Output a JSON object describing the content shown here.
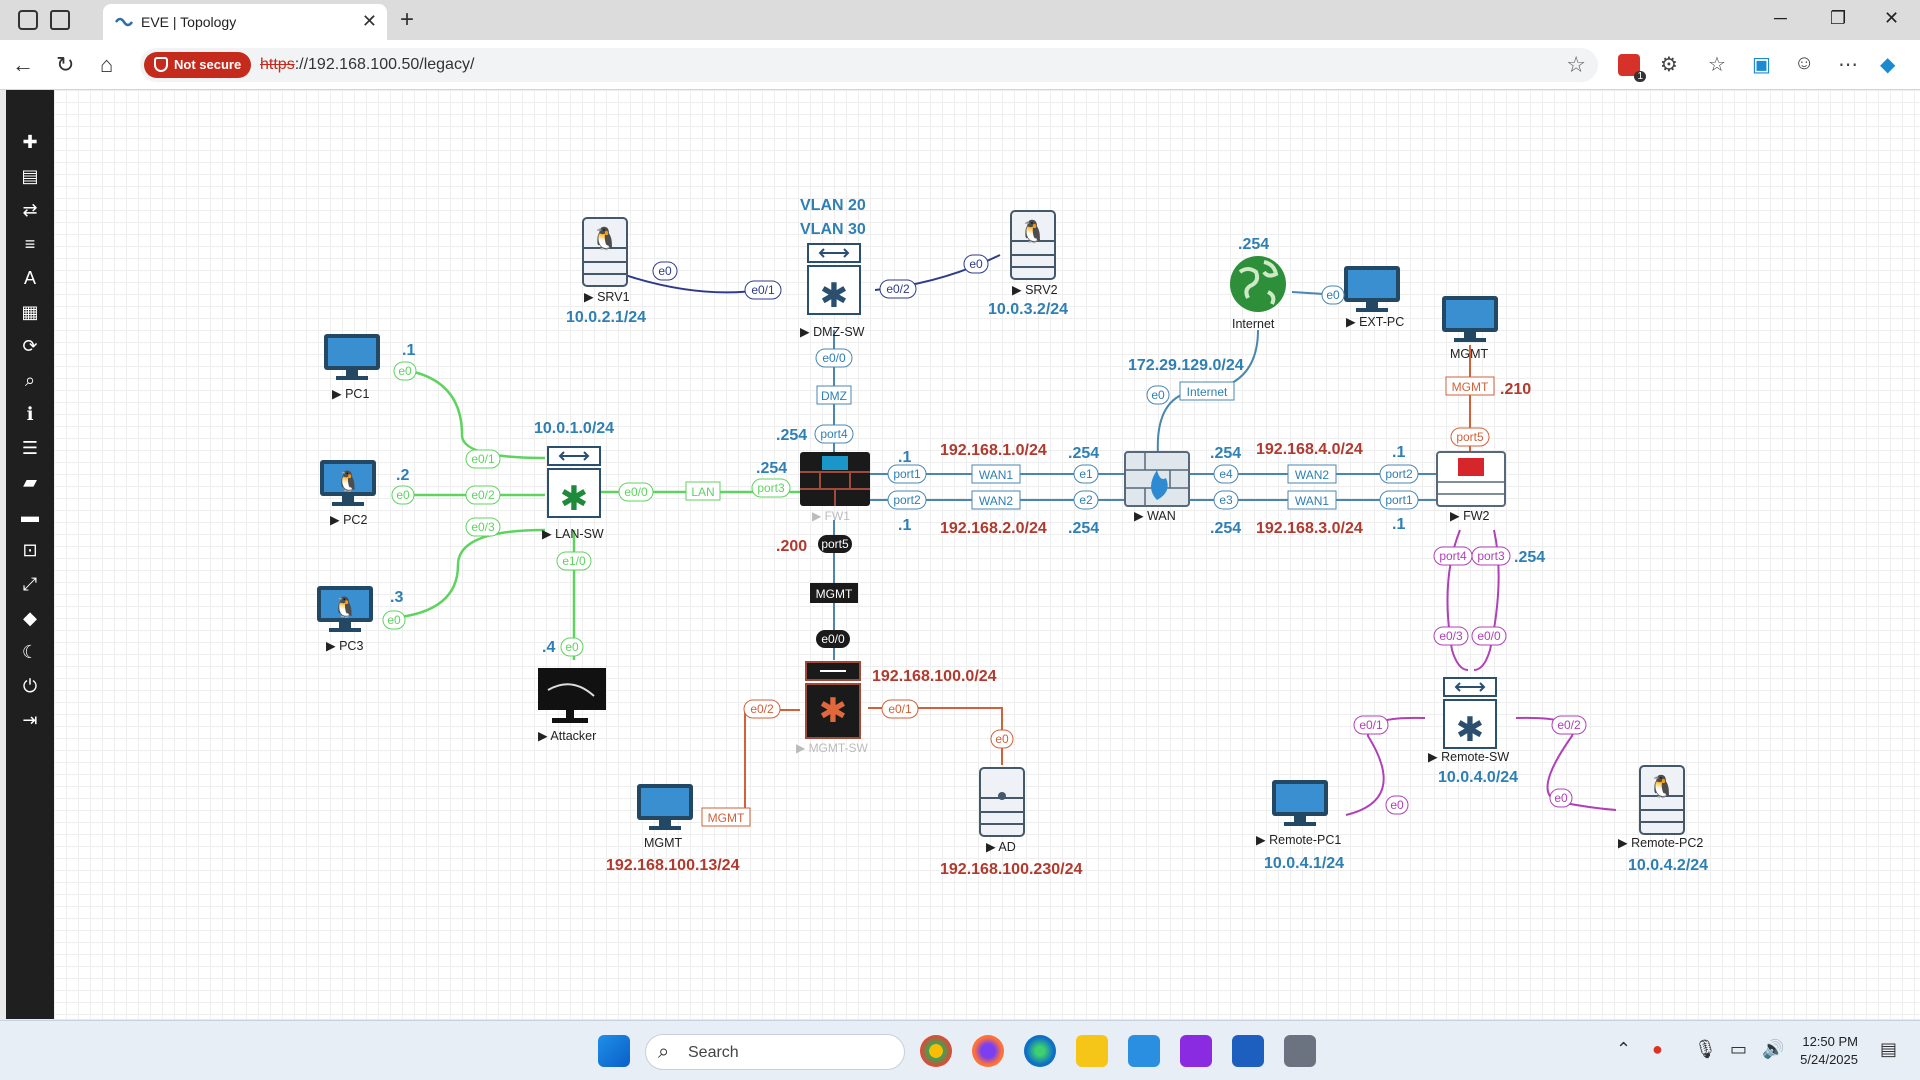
{
  "browser": {
    "tab_title": "EVE | Topology",
    "security_label": "Not secure",
    "url_protocol": "https",
    "url_rest": "://192.168.100.50/legacy/",
    "notification_count": "1"
  },
  "sidebar": {
    "items": [
      "add-icon",
      "node-icon",
      "network-icon",
      "list-icon",
      "text-icon",
      "grid-icon",
      "refresh-icon",
      "zoom-icon",
      "info-icon",
      "log-icon",
      "lab-icon",
      "chat-icon",
      "lock-icon",
      "fullscreen-icon",
      "tag-icon",
      "theme-icon",
      "power-icon",
      "logout-icon"
    ]
  },
  "topology": {
    "vlan_line1": "VLAN 20",
    "vlan_line2": "VLAN 30",
    "nodes": {
      "srv1": {
        "name": "SRV1",
        "ip": "10.0.2.1/24"
      },
      "srv2": {
        "name": "SRV2",
        "ip": "10.0.3.2/24"
      },
      "dmz_sw": {
        "name": "DMZ-SW"
      },
      "pc1": {
        "name": "PC1",
        "host": ".1"
      },
      "pc2": {
        "name": "PC2",
        "host": ".2"
      },
      "pc3": {
        "name": "PC3",
        "host": ".3"
      },
      "lan_sw": {
        "name": "LAN-SW",
        "net": "10.0.1.0/24"
      },
      "attacker": {
        "name": "Attacker",
        "host": ".4"
      },
      "fw1": {
        "name": "FW1",
        "dmz_host": ".254",
        "lan_host": ".254",
        "mgmt_host": ".200"
      },
      "wan": {
        "name": "WAN"
      },
      "internet": {
        "name": "Internet",
        "host": ".254",
        "net": "172.29.129.0/24"
      },
      "ext_pc": {
        "name": "EXT-PC"
      },
      "mgmt_fw2": {
        "name": "MGMT",
        "host": ".210"
      },
      "fw2": {
        "name": "FW2",
        "remote_host": ".254"
      },
      "mgmt_sw": {
        "name": "MGMT-SW",
        "net": "192.168.100.0/24"
      },
      "mgmt_pc": {
        "name": "MGMT",
        "ip": "192.168.100.13/24"
      },
      "ad": {
        "name": "AD",
        "ip": "192.168.100.230/24"
      },
      "remote_sw": {
        "name": "Remote-SW",
        "net": "10.0.4.0/24"
      },
      "remote_pc1": {
        "name": "Remote-PC1",
        "ip": "10.0.4.1/24"
      },
      "remote_pc2": {
        "name": "Remote-PC2",
        "ip": "10.0.4.2/24"
      }
    },
    "subnets": {
      "wan1_left": "192.168.1.0/24",
      "wan2_left": "192.168.2.0/24",
      "wan2_right": "192.168.4.0/24",
      "wan1_right": "192.168.3.0/24"
    },
    "hosts": {
      "fw1_port1": ".1",
      "fw1_port2": ".1",
      "wan_e1": ".254",
      "wan_e2": ".254",
      "wan_e4": ".254",
      "wan_e3": ".254",
      "fw2_port2": ".1",
      "fw2_port1": ".1"
    },
    "networks": [
      "DMZ",
      "LAN",
      "MGMT",
      "WAN1",
      "WAN2",
      "WAN2",
      "WAN1",
      "Internet",
      "MGMT",
      "MGMT"
    ],
    "ports": {
      "srv1_e0": "e0",
      "dmz_e0_1": "e0/1",
      "dmz_e0_2": "e0/2",
      "srv2_e0": "e0",
      "dmz_e0_0": "e0/0",
      "fw1_port4": "port4",
      "fw1_port3": "port3",
      "fw1_port1": "port1",
      "fw1_port2": "port2",
      "fw1_port5": "port5",
      "pc1_e0": "e0",
      "pc2_e0": "e0",
      "pc3_e0": "e0",
      "lansw_e0_1": "e0/1",
      "lansw_e0_2": "e0/2",
      "lansw_e0_3": "e0/3",
      "lansw_e0_0": "e0/0",
      "lansw_e1_0": "e1/0",
      "att_e0": "e0",
      "wan_e1": "e1",
      "wan_e2": "e2",
      "wan_e4": "e4",
      "wan_e3": "e3",
      "wan_e0": "e0",
      "ext_e0": "e0",
      "fw2_port2": "port2",
      "fw2_port1": "port1",
      "fw2_port5": "port5",
      "fw2_port4": "port4",
      "fw2_port3": "port3",
      "rsw_e0_3": "e0/3",
      "rsw_e0_0": "e0/0",
      "rsw_e0_1": "e0/1",
      "rsw_e0_2": "e0/2",
      "rpc1_e0": "e0",
      "rpc2_e0": "e0",
      "msw_e0_0": "e0/0",
      "msw_e0_2": "e0/2",
      "msw_e0_1": "e0/1",
      "ad_e0": "e0"
    }
  },
  "taskbar": {
    "search_placeholder": "Search",
    "time": "12:50 PM",
    "date": "5/24/2025"
  },
  "colors": {
    "lan": "#5fd35f",
    "dmz": "#2e3a8c",
    "wan": "#4a86b0",
    "mgmt": "#d0613a",
    "remote": "#b040b8",
    "ip_blue": "#2e7fb4",
    "ip_red": "#b03a2e"
  }
}
